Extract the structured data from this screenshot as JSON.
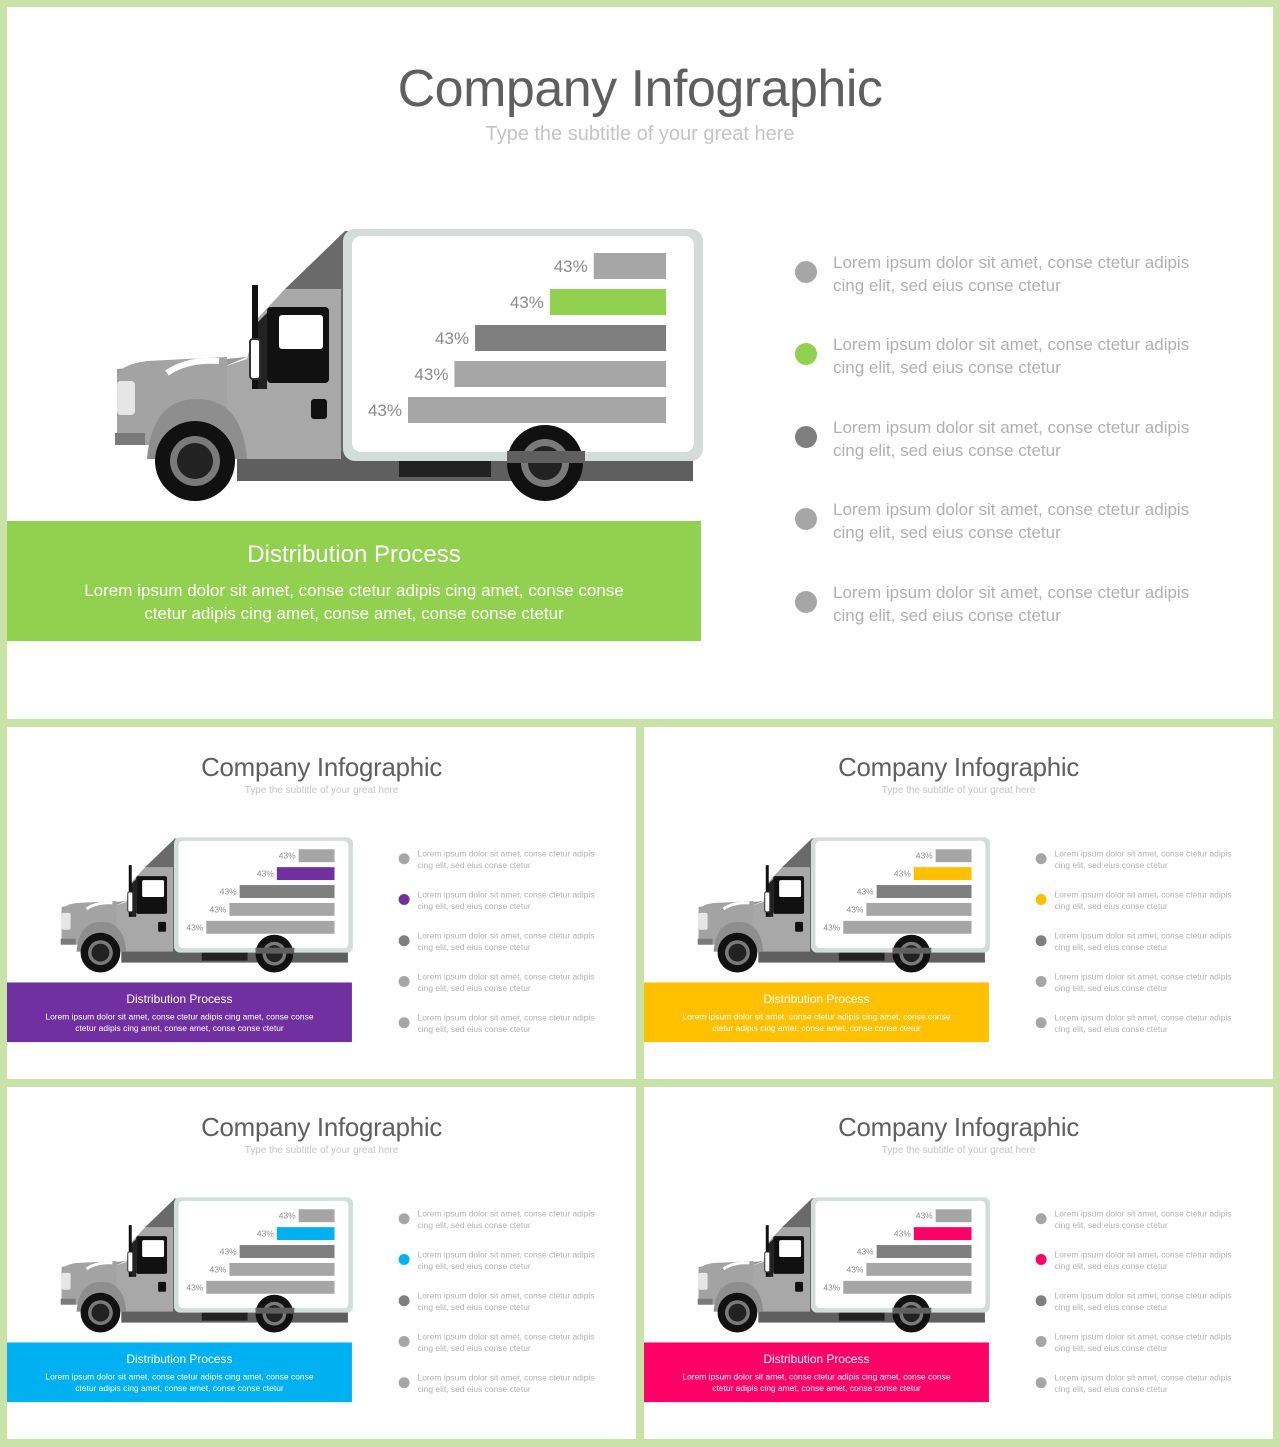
{
  "slides": [
    {
      "title": "Company Infographic",
      "subtitle": "Type the subtitle of your great here",
      "accent": "#92d050",
      "bars": [
        {
          "label": "43%",
          "value": 43
        },
        {
          "label": "43%",
          "value": 43
        },
        {
          "label": "43%",
          "value": 43
        },
        {
          "label": "43%",
          "value": 43
        },
        {
          "label": "43%",
          "value": 43
        }
      ],
      "highlight_bar": 1,
      "banner": {
        "title": "Distribution Process",
        "text": "Lorem ipsum dolor sit amet, conse ctetur adipis cing amet, conse conse ctetur adipis cing amet, conse amet, conse conse ctetur"
      },
      "bullets": [
        {
          "text": "Lorem ipsum dolor sit amet, conse ctetur adipis cing elit, sed eius conse ctetur",
          "color": "#a6a6a6"
        },
        {
          "text": "Lorem ipsum dolor sit amet, conse ctetur adipis cing elit, sed eius conse ctetur",
          "color": "#92d050"
        },
        {
          "text": "Lorem ipsum dolor sit amet, conse ctetur adipis cing elit, sed eius conse ctetur",
          "color": "#7f7f7f"
        },
        {
          "text": "Lorem ipsum dolor sit amet, conse ctetur adipis cing elit, sed eius conse ctetur",
          "color": "#a6a6a6"
        },
        {
          "text": "Lorem ipsum dolor sit amet, conse ctetur adipis cing elit, sed eius conse ctetur",
          "color": "#a6a6a6"
        }
      ]
    },
    {
      "title": "Company Infographic",
      "subtitle": "Type the subtitle of your great here",
      "accent": "#7030a0",
      "bars": [
        {
          "label": "43%",
          "value": 43
        },
        {
          "label": "43%",
          "value": 43
        },
        {
          "label": "43%",
          "value": 43
        },
        {
          "label": "43%",
          "value": 43
        },
        {
          "label": "43%",
          "value": 43
        }
      ],
      "highlight_bar": 1,
      "banner": {
        "title": "Distribution Process",
        "text": "Lorem ipsum dolor sit amet, conse ctetur adipis cing amet, conse conse ctetur adipis cing amet, conse amet, conse conse ctetur"
      },
      "bullets": [
        {
          "text": "Lorem ipsum dolor sit amet, conse ctetur adipis cing elit, sed eius conse ctetur",
          "color": "#a6a6a6"
        },
        {
          "text": "Lorem ipsum dolor sit amet, conse ctetur adipis cing elit, sed eius conse ctetur",
          "color": "#7030a0"
        },
        {
          "text": "Lorem ipsum dolor sit amet, conse ctetur adipis cing elit, sed eius conse ctetur",
          "color": "#7f7f7f"
        },
        {
          "text": "Lorem ipsum dolor sit amet, conse ctetur adipis cing elit, sed eius conse ctetur",
          "color": "#a6a6a6"
        },
        {
          "text": "Lorem ipsum dolor sit amet, conse ctetur adipis cing elit, sed eius conse ctetur",
          "color": "#a6a6a6"
        }
      ]
    },
    {
      "title": "Company Infographic",
      "subtitle": "Type the subtitle of your great here",
      "accent": "#ffc000",
      "bars": [
        {
          "label": "43%",
          "value": 43
        },
        {
          "label": "43%",
          "value": 43
        },
        {
          "label": "43%",
          "value": 43
        },
        {
          "label": "43%",
          "value": 43
        },
        {
          "label": "43%",
          "value": 43
        }
      ],
      "highlight_bar": 1,
      "banner": {
        "title": "Distribution Process",
        "text": "Lorem ipsum dolor sit amet, conse ctetur adipis cing amet, conse conse ctetur adipis cing amet, conse amet, conse conse ctetur"
      },
      "bullets": [
        {
          "text": "Lorem ipsum dolor sit amet, conse ctetur adipis cing elit, sed eius conse ctetur",
          "color": "#a6a6a6"
        },
        {
          "text": "Lorem ipsum dolor sit amet, conse ctetur adipis cing elit, sed eius conse ctetur",
          "color": "#ffc000"
        },
        {
          "text": "Lorem ipsum dolor sit amet, conse ctetur adipis cing elit, sed eius conse ctetur",
          "color": "#7f7f7f"
        },
        {
          "text": "Lorem ipsum dolor sit amet, conse ctetur adipis cing elit, sed eius conse ctetur",
          "color": "#a6a6a6"
        },
        {
          "text": "Lorem ipsum dolor sit amet, conse ctetur adipis cing elit, sed eius conse ctetur",
          "color": "#a6a6a6"
        }
      ]
    },
    {
      "title": "Company Infographic",
      "subtitle": "Type the subtitle of your great here",
      "accent": "#00b0f0",
      "bars": [
        {
          "label": "43%",
          "value": 43
        },
        {
          "label": "43%",
          "value": 43
        },
        {
          "label": "43%",
          "value": 43
        },
        {
          "label": "43%",
          "value": 43
        },
        {
          "label": "43%",
          "value": 43
        }
      ],
      "highlight_bar": 1,
      "banner": {
        "title": "Distribution Process",
        "text": "Lorem ipsum dolor sit amet, conse ctetur adipis cing amet, conse conse ctetur adipis cing amet, conse amet, conse conse ctetur"
      },
      "bullets": [
        {
          "text": "Lorem ipsum dolor sit amet, conse ctetur adipis cing elit, sed eius conse ctetur",
          "color": "#a6a6a6"
        },
        {
          "text": "Lorem ipsum dolor sit amet, conse ctetur adipis cing elit, sed eius conse ctetur",
          "color": "#00b0f0"
        },
        {
          "text": "Lorem ipsum dolor sit amet, conse ctetur adipis cing elit, sed eius conse ctetur",
          "color": "#7f7f7f"
        },
        {
          "text": "Lorem ipsum dolor sit amet, conse ctetur adipis cing elit, sed eius conse ctetur",
          "color": "#a6a6a6"
        },
        {
          "text": "Lorem ipsum dolor sit amet, conse ctetur adipis cing elit, sed eius conse ctetur",
          "color": "#a6a6a6"
        }
      ]
    },
    {
      "title": "Company Infographic",
      "subtitle": "Type the subtitle of your great here",
      "accent": "#ff0066",
      "bars": [
        {
          "label": "43%",
          "value": 43
        },
        {
          "label": "43%",
          "value": 43
        },
        {
          "label": "43%",
          "value": 43
        },
        {
          "label": "43%",
          "value": 43
        },
        {
          "label": "43%",
          "value": 43
        }
      ],
      "highlight_bar": 1,
      "banner": {
        "title": "Distribution Process",
        "text": "Lorem ipsum dolor sit amet, conse ctetur adipis cing amet, conse conse ctetur adipis cing amet, conse amet, conse conse ctetur"
      },
      "bullets": [
        {
          "text": "Lorem ipsum dolor sit amet, conse ctetur adipis cing elit, sed eius conse ctetur",
          "color": "#a6a6a6"
        },
        {
          "text": "Lorem ipsum dolor sit amet, conse ctetur adipis cing elit, sed eius conse ctetur",
          "color": "#ff0066"
        },
        {
          "text": "Lorem ipsum dolor sit amet, conse ctetur adipis cing elit, sed eius conse ctetur",
          "color": "#7f7f7f"
        },
        {
          "text": "Lorem ipsum dolor sit amet, conse ctetur adipis cing elit, sed eius conse ctetur",
          "color": "#a6a6a6"
        },
        {
          "text": "Lorem ipsum dolor sit amet, conse ctetur adipis cing elit, sed eius conse ctetur",
          "color": "#a6a6a6"
        }
      ]
    }
  ]
}
